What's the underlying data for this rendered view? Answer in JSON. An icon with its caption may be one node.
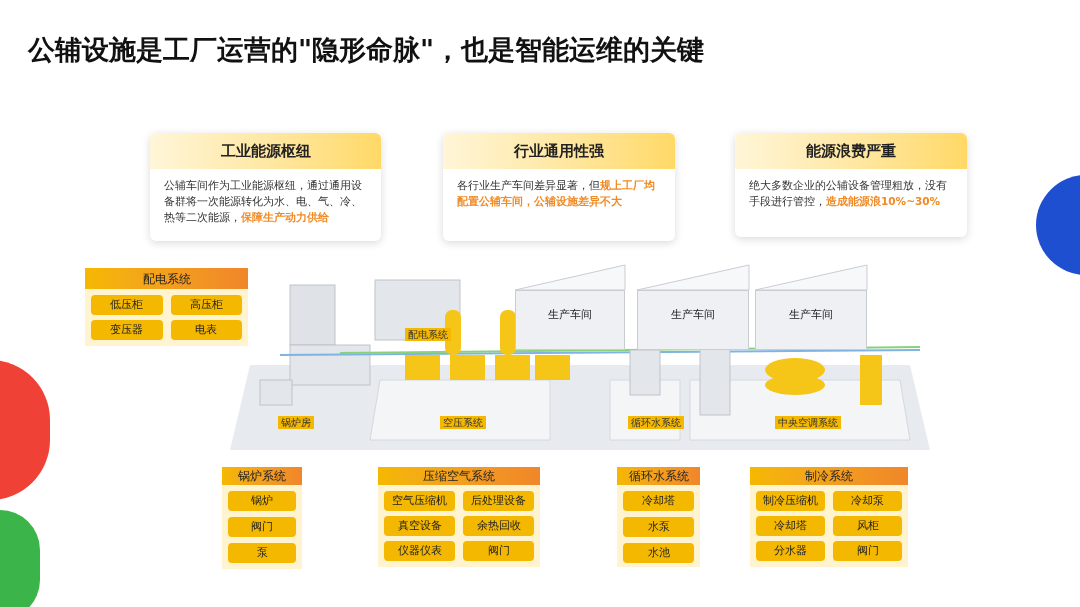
{
  "diagram": {
    "title": "公辅设施是工厂运营的\"隐形命脉\"，也是智能运维的关键",
    "nodes": [
      {
        "text": [
          "工业能源枢纽",
          "公辅车间作为工业能源枢纽，通过通用设备群将一次能源转化为水、电、气、冷、热等二次能源，**保障生产动力供给**"
        ]
      },
      {
        "text": [
          "行业通用性强",
          "各行业生产车间差异显著，但**规上工厂均配置公辅车间，公辅设施差异不大**"
        ]
      },
      {
        "text": [
          "能源浪费严重",
          "绝大多数企业的公辅设备管理粗放，没有手段进行管控，**造成能源浪10%~30%**"
        ]
      },
      {
        "text": [
          "配电系统"
        ]
      },
      {
        "text": [
          "低压柜"
        ],
        "in": 3
      },
      {
        "text": [
          "高压柜"
        ],
        "in": 3
      },
      {
        "text": [
          "变压器"
        ],
        "in": 3
      },
      {
        "text": [
          "电表"
        ],
        "in": 3
      },
      {
        "text": [
          "生产车间"
        ]
      },
      {
        "text": [
          "生产车间"
        ]
      },
      {
        "text": [
          "生产车间"
        ]
      },
      {
        "text": [
          "锅炉系统"
        ]
      },
      {
        "text": [
          "锅炉"
        ],
        "in": 11
      },
      {
        "text": [
          "阀门"
        ],
        "in": 11
      },
      {
        "text": [
          "泵"
        ],
        "in": 11
      },
      {
        "text": [
          "压缩空气系统"
        ]
      },
      {
        "text": [
          "空气压缩机"
        ],
        "in": 15
      },
      {
        "text": [
          "后处理设备"
        ],
        "in": 15
      },
      {
        "text": [
          "真空设备"
        ],
        "in": 15
      },
      {
        "text": [
          "余热回收"
        ],
        "in": 15
      },
      {
        "text": [
          "仪器仪表"
        ],
        "in": 15
      },
      {
        "text": [
          "阀门"
        ],
        "in": 15
      },
      {
        "text": [
          "循环水系统"
        ]
      },
      {
        "text": [
          "冷却塔"
        ],
        "in": 22
      },
      {
        "text": [
          "水泵"
        ],
        "in": 22
      },
      {
        "text": [
          "水池"
        ],
        "in": 22
      },
      {
        "text": [
          "制冷系统"
        ]
      },
      {
        "text": [
          "制冷压缩机"
        ],
        "in": 26
      },
      {
        "text": [
          "冷却泵"
        ],
        "in": 26
      },
      {
        "text": [
          "冷却塔"
        ],
        "in": 26
      },
      {
        "text": [
          "风柜"
        ],
        "in": 26
      },
      {
        "text": [
          "分水器"
        ],
        "in": 26
      },
      {
        "text": [
          "阀门"
        ],
        "in": 26
      }
    ],
    "labels": [
      "配电系统",
      "锅炉房",
      "空压系统",
      "循环水系统",
      "中央空调系统"
    ]
  }
}
